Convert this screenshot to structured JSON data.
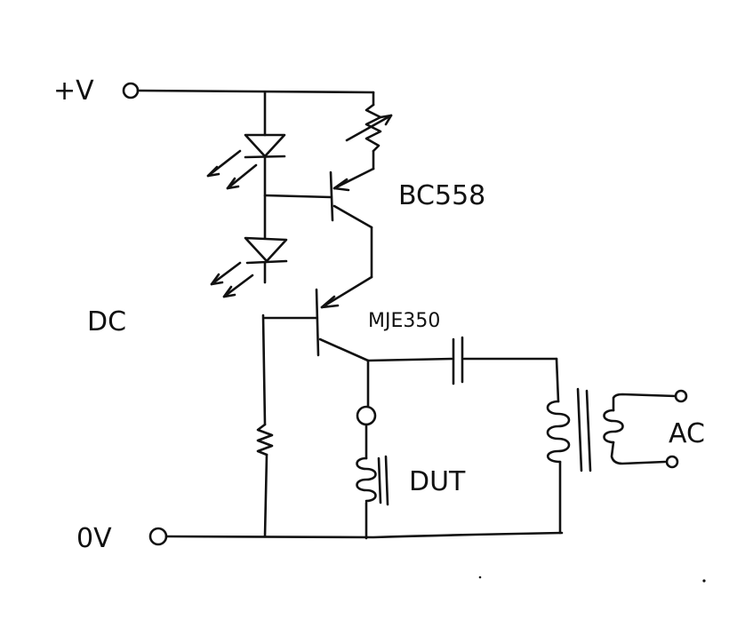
{
  "labels": {
    "supply_positive": "+V",
    "supply_zero": "0V",
    "dc": "DC",
    "transistor_top": "BC558",
    "transistor_bottom": "MJE350",
    "device_under_test": "DUT",
    "ac": "AC"
  },
  "colors": {
    "ink": "#111111",
    "paper": "#ffffff"
  }
}
